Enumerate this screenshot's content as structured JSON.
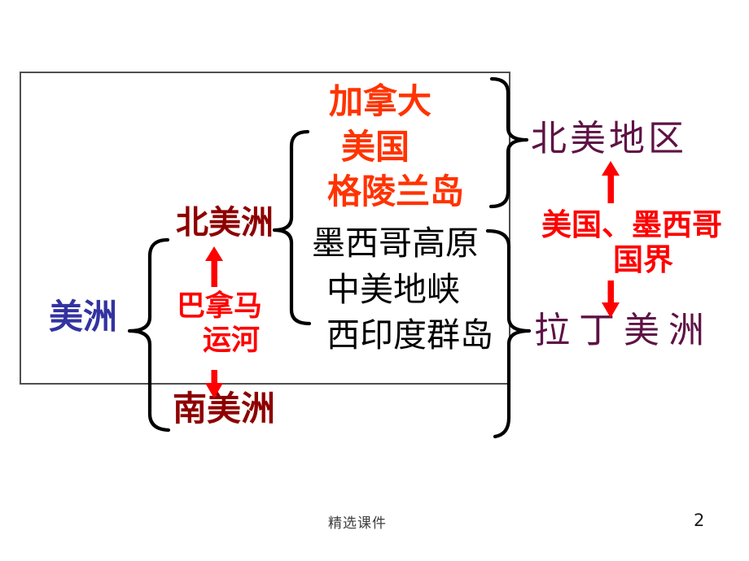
{
  "slide": {
    "diagram": {
      "americas": "美洲",
      "north_america": "北美洲",
      "south_america": "南美洲",
      "panama_canal_line1": "巴拿马",
      "panama_canal_line2": "运河",
      "political_items": [
        "加拿大",
        "美国",
        "格陵兰岛"
      ],
      "geo_items": [
        "墨西哥高原",
        "中美地峡",
        "西印度群岛"
      ],
      "north_america_region": "北美地区",
      "latin_america": "拉丁美洲",
      "us_mexico_border_line1": "美国、墨西哥",
      "us_mexico_border_line2": "国界"
    },
    "footer": {
      "caption": "精选课件",
      "page_number": "2"
    }
  },
  "colors": {
    "orange_red": "#ff3300",
    "red": "#fe0000",
    "dark_red": "#8e0000",
    "blue": "#3333a0",
    "dark_purple": "#5e1245",
    "black": "#000000",
    "border_gray": "#4f4f4f",
    "footer_gray": "#3d3d3d",
    "page_num_color": "#1a1a1a"
  },
  "icons": {
    "left_brace": "curly-brace-left",
    "right_brace": "curly-brace-right",
    "up_arrow": "arrow-up",
    "down_arrow": "arrow-down"
  }
}
